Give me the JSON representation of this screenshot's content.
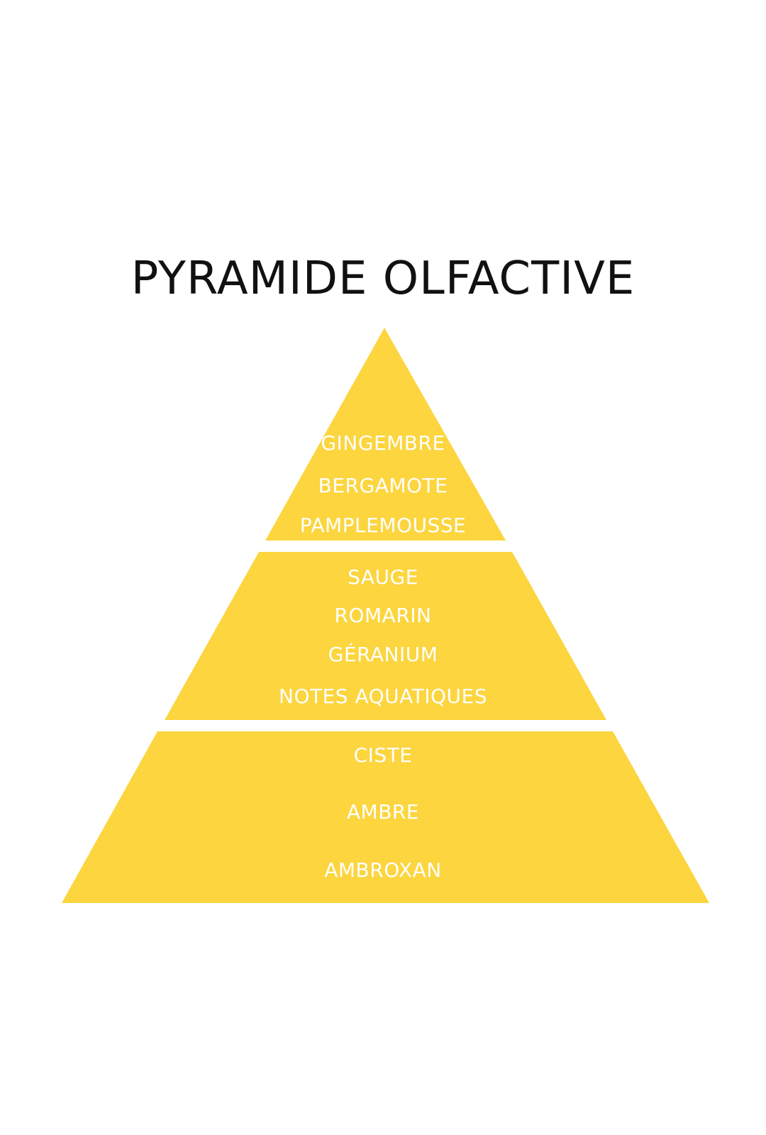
{
  "title": "PYRAMIDE OLFACTIVE",
  "colors": {
    "pyramid": "#FCD53F",
    "notes_text": "#FFFFFF",
    "title": "#111111"
  },
  "tiers": [
    {
      "notes": [
        "GINGEMBRE",
        "BERGAMOTE",
        "PAMPLEMOUSSE"
      ]
    },
    {
      "notes": [
        "SAUGE",
        "ROMARIN",
        "GÉRANIUM",
        "NOTES AQUATIQUES"
      ]
    },
    {
      "notes": [
        "CISTE",
        "AMBRE",
        "AMBROXAN"
      ]
    }
  ]
}
